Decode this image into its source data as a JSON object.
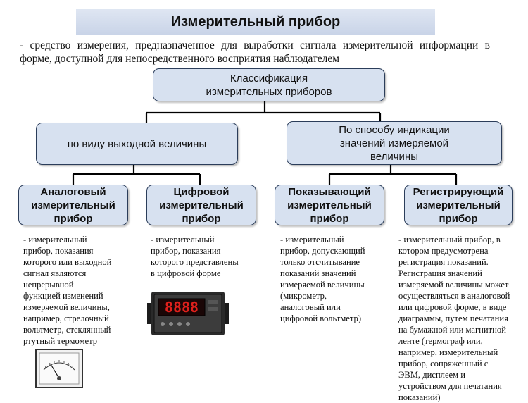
{
  "title": "Измерительный прибор",
  "definition": {
    "dash": "-",
    "text": " средство измерения, предназначенное для выработки сигнала измерительной информации в форме, доступной для непосредственного восприятия наблюдателем"
  },
  "root": {
    "line1": "Классификация",
    "line2": "измерительных приборов"
  },
  "level2": {
    "left": {
      "label": "по виду выходной величины"
    },
    "right": {
      "line1": "По способу индикации",
      "line2": "значений измеряемой",
      "line3": "величины"
    }
  },
  "level3": [
    {
      "line1": "Аналоговый",
      "line2": "измерительный",
      "line3": "прибор",
      "desc": [
        "- измерительный",
        "прибор, показания",
        "которого или выходной",
        "сигнал являются",
        "непрерывной",
        "функцией изменений",
        "измеряемой величины,",
        "например, стрелочный",
        "вольтметр, стеклянный",
        "ртутный термометр"
      ]
    },
    {
      "line1": "Цифровой",
      "line2": "измерительный",
      "line3": "прибор",
      "desc": [
        "- измерительный",
        "прибор, показания",
        "которого представлены",
        "в цифровой форме"
      ]
    },
    {
      "line1": "Показывающий",
      "line2": "измерительный",
      "line3": "прибор",
      "desc": [
        "- измерительный",
        "прибор, допускающий",
        "только отсчитывание",
        "показаний значений",
        "измеряемой величины",
        "(микрометр,",
        "аналоговый или",
        "цифровой вольтметр)"
      ]
    },
    {
      "line1": "Регистрирующий",
      "line2": "измерительный",
      "line3": "прибор",
      "desc": [
        "- измерительный прибор, в",
        "котором предусмотрена",
        "регистрация показаний.",
        "Регистрация значений",
        "измеряемой величины может",
        "осуществляться в аналоговой",
        "или цифровой форме, в виде",
        "диаграммы, путем печатания",
        "на бумажной или магнитной",
        "ленте (термограф или,",
        "например, измерительный",
        "прибор, сопряженный с",
        "ЭВМ, дисплеем и",
        "устройством для печатания",
        "показаний)"
      ]
    }
  ],
  "digital_display": "8888",
  "colors": {
    "box_fill": "#d7e1f0",
    "box_border": "#2b3d5a",
    "title_bar": "#d0d9ea",
    "display_red": "#e0201c"
  }
}
